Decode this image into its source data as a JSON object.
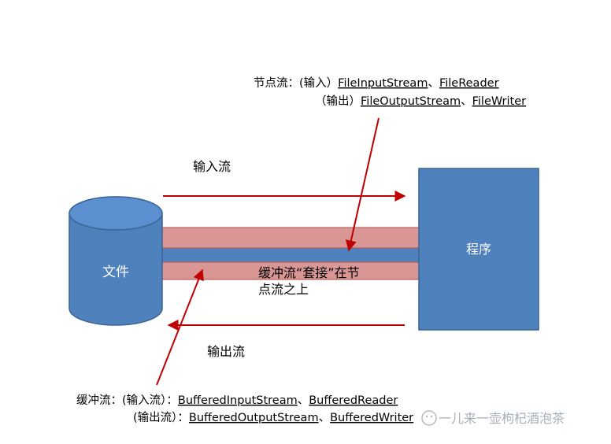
{
  "labels": {
    "file": "文件",
    "program": "程序",
    "input_stream": "输入流",
    "output_stream": "输出流",
    "buffered_nest_line1": "缓冲流“套接”在节",
    "buffered_nest_line2": "点流之上"
  },
  "node_stream_note": {
    "line1_prefix": "节点流：(输入）",
    "line1_c1": "FileInputStream",
    "line1_sep": "、",
    "line1_c2": "FileReader",
    "line2_prefix": "（输出）",
    "line2_c1": "FileOutputStream",
    "line2_sep": "、",
    "line2_c2": "FileWriter"
  },
  "buffered_stream_note": {
    "line1_prefix": "缓冲流：(输入流）：",
    "line1_c1": "BufferedInputStream",
    "line1_sep": "、",
    "line1_c2": "BufferedReader",
    "line2_prefix": "(输出流）：",
    "line2_c1": "BufferedOutputStream",
    "line2_sep": "、",
    "line2_c2": "BufferedWriter"
  },
  "watermark": "一儿来一壶枸杞酒泡茶",
  "colors": {
    "shape_fill": "#4f81bd",
    "shape_stroke": "#3a6494",
    "band_fill": "#d99694",
    "band_stroke": "#b0504c",
    "arrow": "#c00000"
  }
}
